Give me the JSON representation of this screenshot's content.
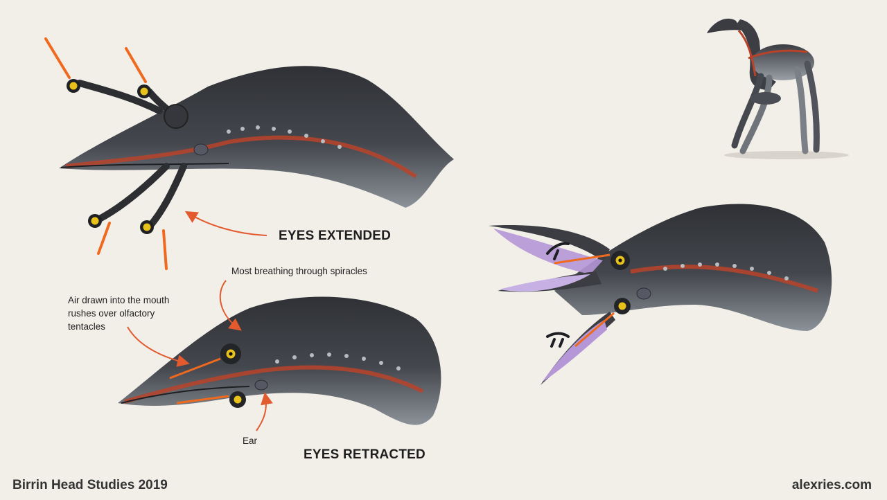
{
  "annotations": {
    "eyes_extended": "EYES EXTENDED",
    "eyes_retracted": "EYES RETRACTED",
    "spiracles_note": "Most breathing through spiracles",
    "mouth_note": "Air drawn into the mouth rushes over olfactory tentacles",
    "ear_note": "Ear"
  },
  "footer": {
    "title": "Birrin Head Studies 2019",
    "site": "alexries.com"
  },
  "colors": {
    "background": "#f2efe9",
    "skin": "#3c3e44",
    "belly": "#8f959c",
    "stripe": "#b8432a",
    "accent_orange": "#ef6a1f",
    "eye_yellow": "#e8c21a",
    "mouth_purple": "#b596d6",
    "annotation_arrow": "#e25a2e"
  }
}
